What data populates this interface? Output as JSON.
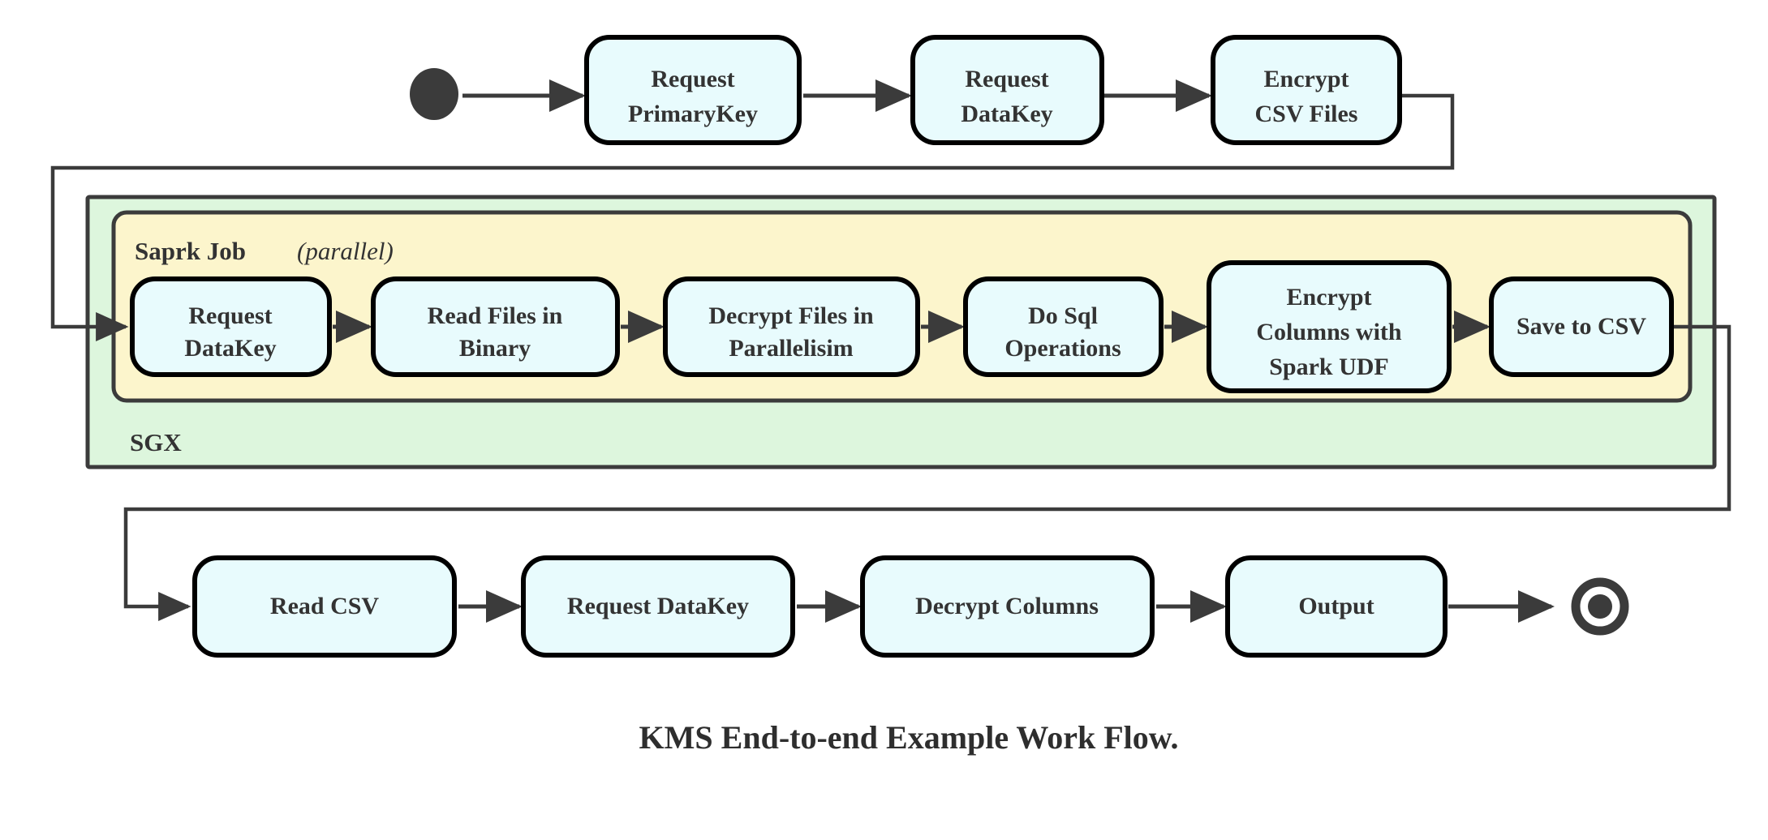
{
  "caption": "KMS End-to-end Example Work Flow.",
  "colors": {
    "node_fill": "#e8fbfd",
    "node_stroke": "#000000",
    "sgx_fill": "#ddf6dd",
    "spark_fill": "#fcf5cc",
    "connector": "#3b3b3b",
    "text": "#333333",
    "background": "#ffffff"
  },
  "markers": {
    "start_node": "start-state-dot",
    "end_node": "end-state-ring"
  },
  "groups": {
    "sgx": {
      "label": "SGX",
      "label_position": "bottom-left"
    },
    "spark": {
      "label": "Saprk Job",
      "modifier": "(parallel)",
      "modifier_open": "(",
      "modifier_word": "parallel",
      "modifier_close": ")",
      "label_position": "top-left"
    }
  },
  "rows": {
    "top": {
      "name": "top-flow-row",
      "nodes": [
        {
          "id": "request-primarykey",
          "lines": [
            "Request",
            "PrimaryKey"
          ]
        },
        {
          "id": "request-datakey-top",
          "lines": [
            "Request",
            "DataKey"
          ]
        },
        {
          "id": "encrypt-csv-files",
          "lines": [
            "Encrypt",
            "CSV Files"
          ]
        }
      ]
    },
    "spark": {
      "name": "spark-job-row",
      "nodes": [
        {
          "id": "request-datakey-spark",
          "lines": [
            "Request",
            "DataKey"
          ]
        },
        {
          "id": "read-files-in-binary",
          "lines": [
            "Read Files in",
            "Binary"
          ]
        },
        {
          "id": "decrypt-files-parallel",
          "lines": [
            "Decrypt Files in",
            "Parallelisim"
          ]
        },
        {
          "id": "do-sql-operations",
          "lines": [
            "Do Sql",
            "Operations"
          ]
        },
        {
          "id": "encrypt-columns-spark-udf",
          "lines": [
            "Encrypt",
            "Columns with",
            "Spark UDF"
          ]
        },
        {
          "id": "save-to-csv",
          "lines": [
            "Save to CSV"
          ]
        }
      ]
    },
    "bottom": {
      "name": "bottom-flow-row",
      "nodes": [
        {
          "id": "read-csv",
          "lines": [
            "Read CSV"
          ]
        },
        {
          "id": "request-datakey-out",
          "lines": [
            "Request DataKey"
          ]
        },
        {
          "id": "decrypt-columns",
          "lines": [
            "Decrypt Columns"
          ]
        },
        {
          "id": "output",
          "lines": [
            "Output"
          ]
        }
      ]
    }
  }
}
